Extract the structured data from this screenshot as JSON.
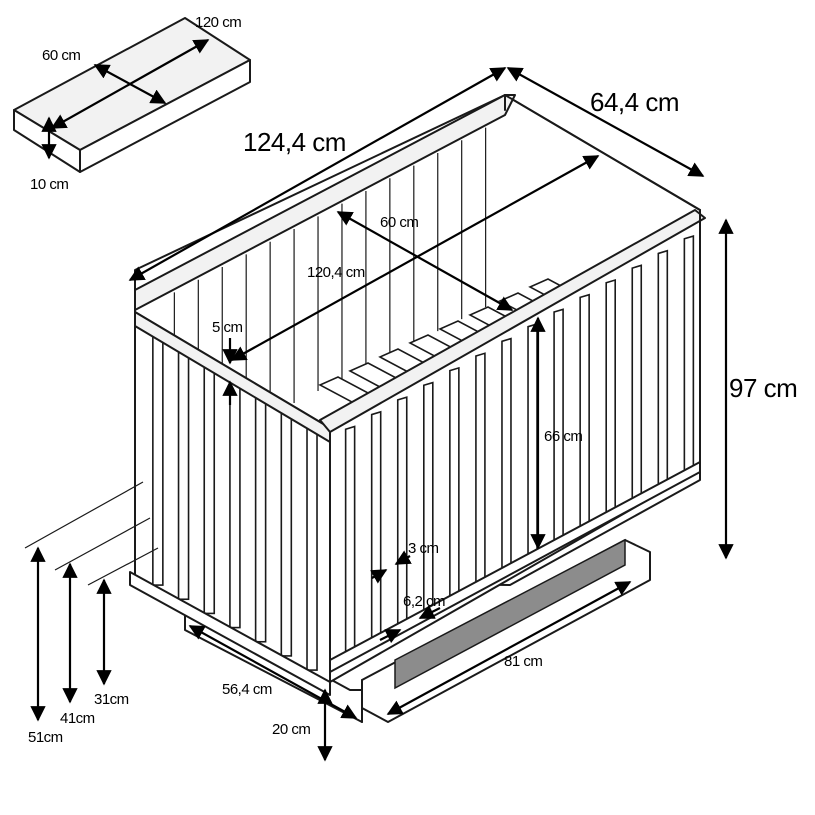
{
  "mattress": {
    "length": "120 cm",
    "width": "60 cm",
    "height": "10 cm"
  },
  "crib": {
    "outer_length": "124,4 cm",
    "outer_width": "64,4 cm",
    "total_height": "97 cm",
    "inner_length": "120,4 cm",
    "inner_width": "60 cm",
    "rail_top": "5 cm",
    "side_height": "66 cm",
    "bar_width": "3 cm",
    "bar_gap": "6,2 cm",
    "base_length": "81 cm",
    "base_depth": "56,4 cm",
    "leg_height": "20 cm",
    "level_high": "51cm",
    "level_mid": "41cm",
    "level_low": "31cm"
  }
}
